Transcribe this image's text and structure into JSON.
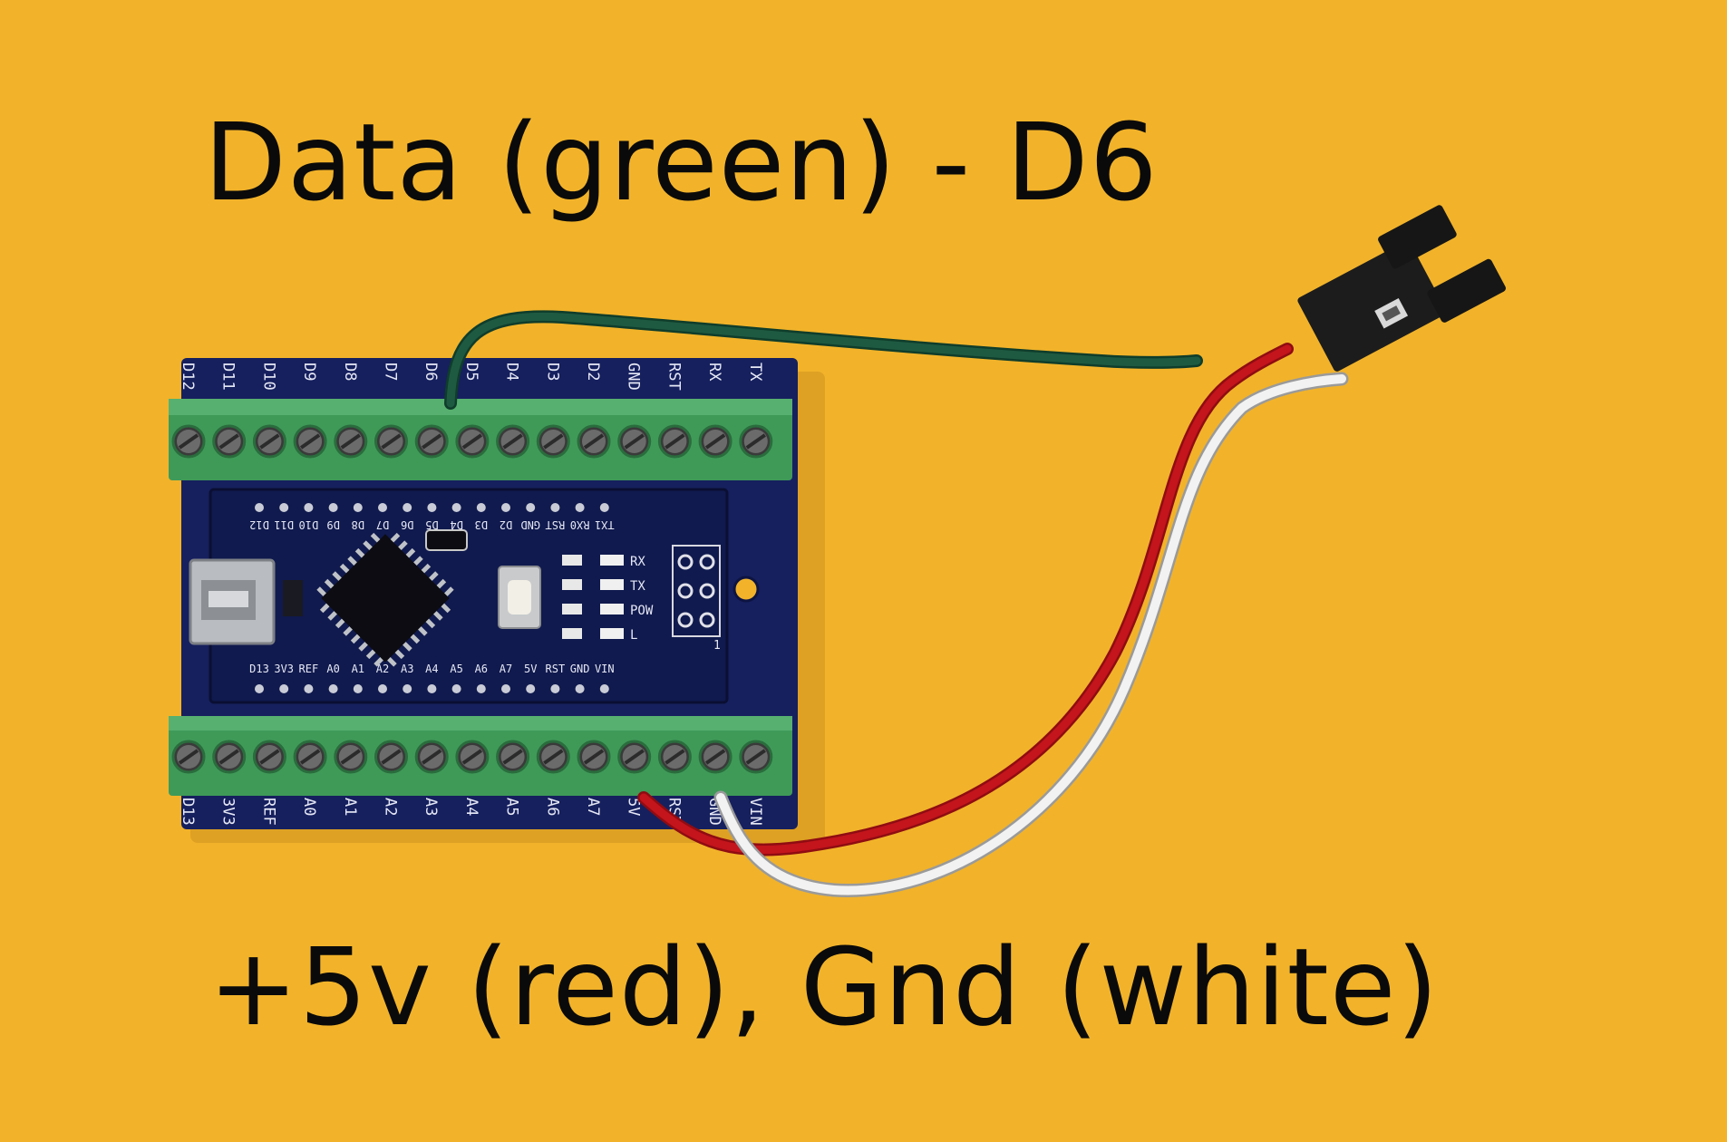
{
  "captions": {
    "top": "Data (green) - D6",
    "bottom": "+5v (red), Gnd (white)"
  },
  "board": {
    "top_header": [
      "D12",
      "D11",
      "D10",
      "D9",
      "D8",
      "D7",
      "D6",
      "D5",
      "D4",
      "D3",
      "D2",
      "GND",
      "RST",
      "RX",
      "TX"
    ],
    "bottom_header": [
      "D13",
      "3V3",
      "REF",
      "A0",
      "A1",
      "A2",
      "A3",
      "A4",
      "A5",
      "A6",
      "A7",
      "5V",
      "RST",
      "GND",
      "VIN"
    ],
    "nano_top_row": [
      "D12",
      "D11",
      "D10",
      "D9",
      "D8",
      "D7",
      "D6",
      "D5",
      "D4",
      "D3",
      "D2",
      "GND",
      "RST",
      "RX0",
      "TX1"
    ],
    "nano_bottom_row": [
      "D13",
      "3V3",
      "REF",
      "A0",
      "A1",
      "A2",
      "A3",
      "A4",
      "A5",
      "A6",
      "A7",
      "5V",
      "RST",
      "GND",
      "VIN"
    ],
    "leds": [
      "RX",
      "TX",
      "POW",
      "L"
    ],
    "icsp_pin": "1"
  },
  "colors": {
    "background": "#f2b32a",
    "pcb": "#16205e",
    "terminal": "#3f9a58",
    "wire_green": "#1e5a42",
    "wire_red": "#c4141c",
    "wire_white": "#f2f2f2",
    "connector": "#1c1c1c"
  }
}
